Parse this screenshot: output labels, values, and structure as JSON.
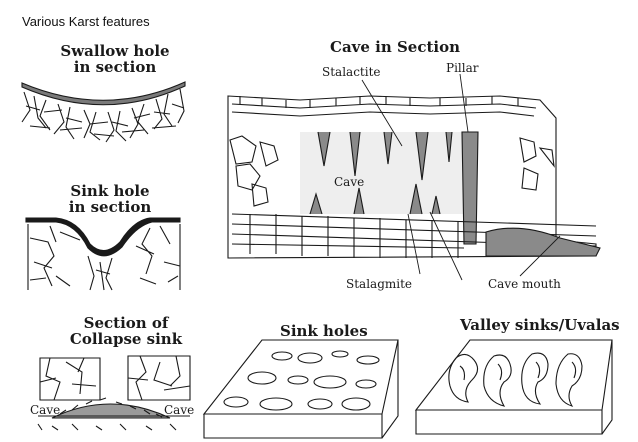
{
  "title": "Various Karst features",
  "panels": {
    "swallow_hole": {
      "line1": "Swallow hole",
      "line2": "in section"
    },
    "sink_hole_section": {
      "line1": "Sink hole",
      "line2": "in section"
    },
    "collapse_sink": {
      "line1": "Section of",
      "line2": "Collapse sink",
      "cave_left": "Cave",
      "cave_right": "Cave"
    },
    "cave_section": {
      "heading": "Cave in Section",
      "stalactite": "Stalactite",
      "pillar": "Pillar",
      "cave": "Cave",
      "stalagmite": "Stalagmite",
      "cave_mouth": "Cave mouth"
    },
    "sink_holes": {
      "heading": "Sink holes"
    },
    "valley_sinks": {
      "heading": "Valley sinks/Uvalas"
    }
  },
  "colors": {
    "ink": "#1a1a1a",
    "cave_fill": "#8a8a8a",
    "topsoil": "#7a7a7a"
  }
}
